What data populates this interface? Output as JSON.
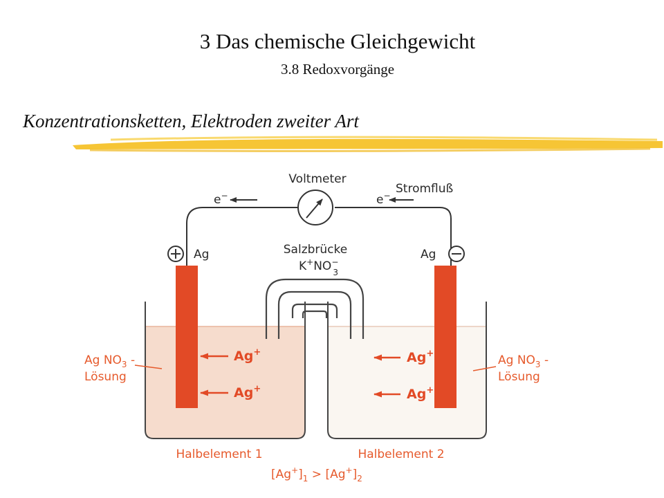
{
  "header": {
    "title": "3 Das chemische Gleichgewicht",
    "subtitle": "3.8 Redoxvorgänge",
    "section": "Konzentrationsketten, Elektroden zweiter Art"
  },
  "diagram": {
    "voltmeter": "Voltmeter",
    "stromfluss": "Stromfluß",
    "electron_symbol": "e",
    "electron_charge": "−",
    "electrode_left": {
      "polarity": "+",
      "metal": "Ag"
    },
    "electrode_right": {
      "polarity": "−",
      "metal": "Ag"
    },
    "salt_bridge": {
      "label": "Salzbrücke",
      "cation": "K",
      "cation_charge": "+",
      "anion": "NO",
      "anion_subscript": "3",
      "anion_charge": "−"
    },
    "ion": {
      "symbol": "Ag",
      "charge": "+"
    },
    "solution_left": {
      "formula": "Ag NO",
      "subscript": "3",
      "dash": " -",
      "word": "Lösung"
    },
    "solution_right": {
      "formula": "Ag NO",
      "subscript": "3",
      "dash": " -",
      "word": "Lösung"
    },
    "half_cell_1": "Halbelement 1",
    "half_cell_2": "Halbelement 2",
    "relation": {
      "left_open": "[Ag",
      "left_charge": "+",
      "left_close": "]",
      "left_sub": "1",
      "operator": " > ",
      "right_open": "[Ag",
      "right_charge": "+",
      "right_close": "]",
      "right_sub": "2"
    },
    "colors": {
      "electrode": "#e24a26",
      "solution_left": "#f6dccd",
      "solution_right": "#faf6f1",
      "wire": "#333333",
      "highlight": "#f5c22a",
      "label_orange": "#e65a2c"
    }
  }
}
